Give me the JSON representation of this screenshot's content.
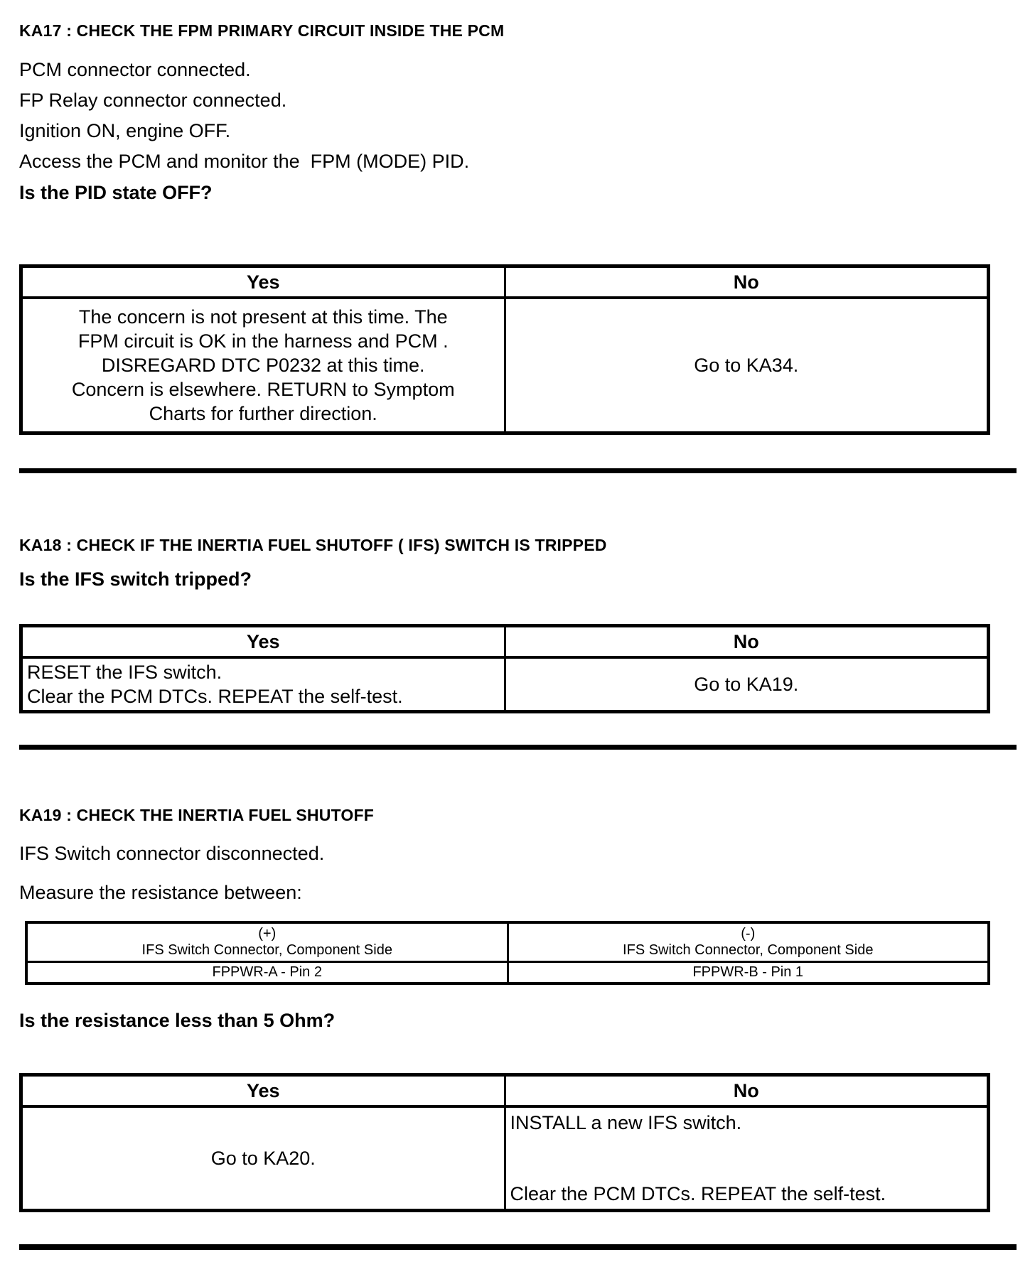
{
  "colors": {
    "ink": "#000000",
    "paper": "#ffffff"
  },
  "sections": [
    {
      "id": "KA17",
      "heading": "KA17 : CHECK THE FPM PRIMARY CIRCUIT INSIDE THE PCM",
      "steps": [
        "PCM connector connected.",
        "FP Relay connector connected.",
        "Ignition ON, engine OFF.",
        "Access the PCM and monitor the  FPM (MODE) PID."
      ],
      "question": "Is the PID state OFF?",
      "decision_table": {
        "yes_header": "Yes",
        "no_header": "No",
        "yes_lines": [
          "The concern is not present at this time. The",
          "FPM circuit is OK in the harness and PCM .",
          "DISREGARD DTC P0232 at this time.",
          "Concern is elsewhere. RETURN to Symptom",
          "Charts for further direction."
        ],
        "no_lines": [
          "Go to KA34."
        ]
      }
    },
    {
      "id": "KA18",
      "heading": "KA18 : CHECK IF THE INERTIA FUEL SHUTOFF ( IFS) SWITCH IS TRIPPED",
      "question": "Is the IFS switch tripped?",
      "decision_table": {
        "yes_header": "Yes",
        "no_header": "No",
        "yes_lines": [
          "RESET the IFS switch.",
          "Clear the PCM DTCs. REPEAT the self-test."
        ],
        "no_lines": [
          "Go to KA19."
        ]
      }
    },
    {
      "id": "KA19",
      "heading": "KA19 : CHECK THE INERTIA FUEL SHUTOFF",
      "steps": [
        "IFS Switch connector disconnected.",
        "Measure the resistance between:"
      ],
      "measurement_table": {
        "plus_header_lines": [
          "(+)",
          "IFS Switch Connector, Component Side"
        ],
        "minus_header_lines": [
          "(-)",
          "IFS Switch Connector, Component Side"
        ],
        "plus_value": "FPPWR-A - Pin 2",
        "minus_value": "FPPWR-B - Pin 1"
      },
      "question": "Is the resistance less than 5 Ohm?",
      "decision_table": {
        "yes_header": "Yes",
        "no_header": "No",
        "yes_lines": [
          "Go to KA20."
        ],
        "no_top": "INSTALL a new IFS switch.",
        "no_bottom": "Clear the PCM DTCs. REPEAT the self-test."
      }
    }
  ]
}
